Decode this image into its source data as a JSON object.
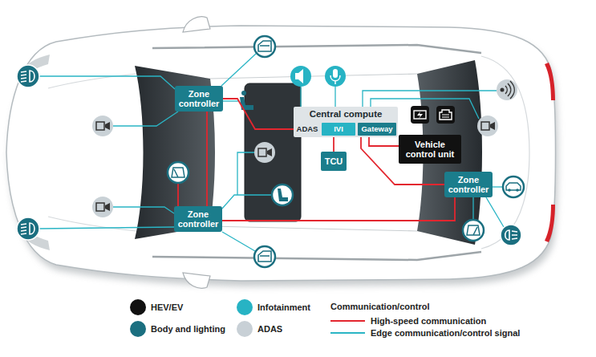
{
  "diagram": {
    "nodes": [
      {
        "text": [
          "Zone controller"
        ]
      },
      {
        "text": [
          "Central compute"
        ]
      },
      {
        "text": [
          "ADAS"
        ],
        "in": 1
      },
      {
        "text": [
          "IVI"
        ],
        "in": 1
      },
      {
        "text": [
          "Gateway"
        ],
        "in": 1
      },
      {
        "text": [
          "TCU"
        ]
      },
      {
        "text": [
          "Vehicle control unit"
        ]
      },
      {
        "text": [
          "Zone controller"
        ]
      },
      {
        "text": [
          "Zone controller"
        ]
      }
    ],
    "edges": [
      {
        "from": 0,
        "to": 2,
        "arrow": "none"
      },
      {
        "from": 0,
        "to": 8,
        "arrow": "none"
      },
      {
        "from": 8,
        "to": 7,
        "arrow": "none"
      },
      {
        "from": 3,
        "to": 5,
        "arrow": "none"
      },
      {
        "from": 4,
        "to": 6,
        "arrow": "none"
      },
      {
        "from": 4,
        "to": 7,
        "arrow": "none"
      }
    ],
    "labels": [
      "Communication/control"
    ],
    "legend": [
      {
        "text": "HEV/EV",
        "color": "#111111"
      },
      {
        "text": "Body and lighting",
        "color": "#1b6f80"
      },
      {
        "text": "Infotainment",
        "color": "#27b3c4"
      },
      {
        "text": "ADAS",
        "color": "#c8d0d6"
      },
      {
        "text": "High-speed communication"
      },
      {
        "text": "Edge communication/control signal"
      }
    ]
  }
}
